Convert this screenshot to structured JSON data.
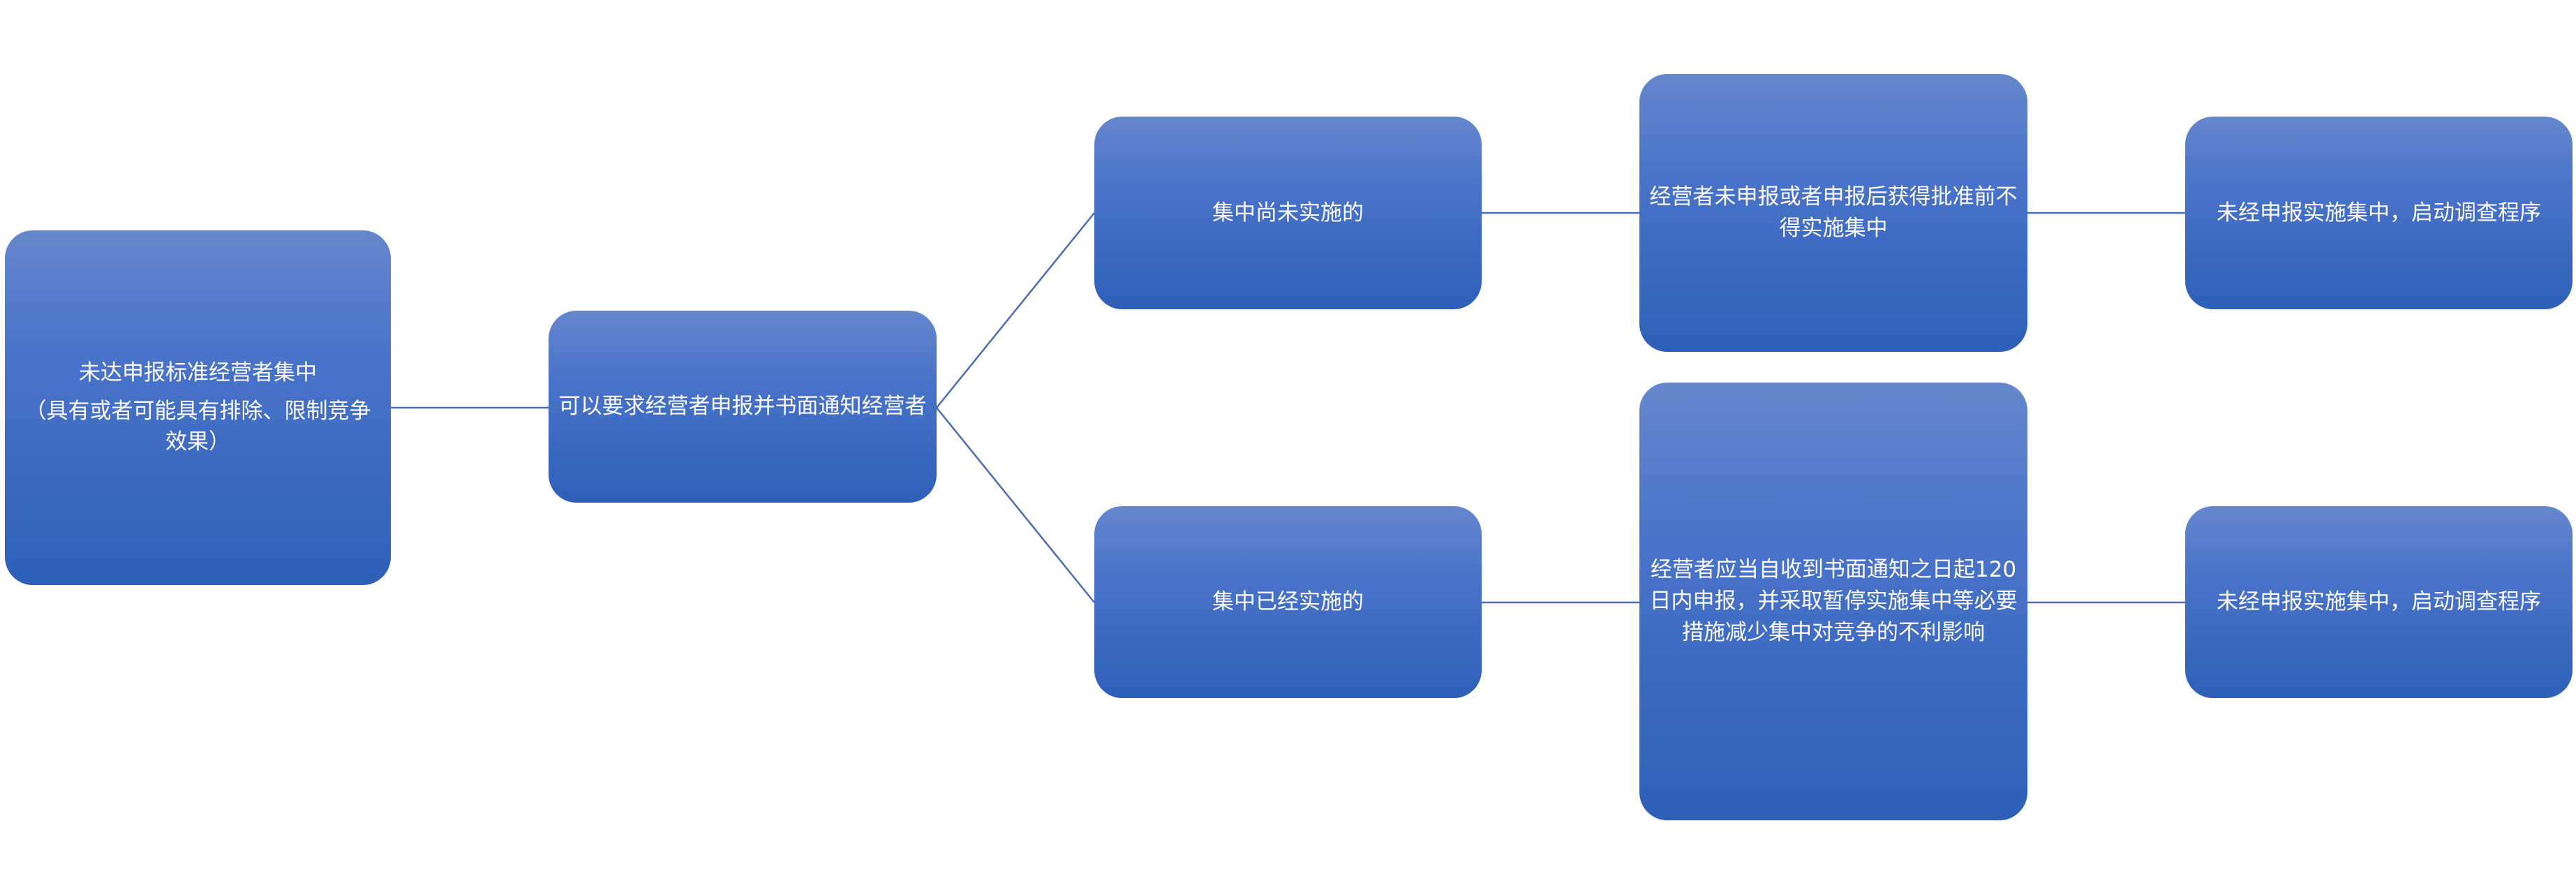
{
  "nodes": {
    "root": {
      "line1": "未达申报标准经营者集中",
      "line2": "（具有或者可能具有排除、限制竞争效果）"
    },
    "request": {
      "text": "可以要求经营者申报并书面通知经营者"
    },
    "not_implemented": {
      "text": "集中尚未实施的"
    },
    "implemented": {
      "text": "集中已经实施的"
    },
    "no_implement_before_approval": {
      "text": "经营者未申报或者申报后获得批准前不得实施集中"
    },
    "report_within_120": {
      "text": "经营者应当自收到书面通知之日起120日内申报，并采取暂停实施集中等必要措施减少集中对竞争的不利影响"
    },
    "investigate_top": {
      "text": "未经申报实施集中，启动调查程序"
    },
    "investigate_bottom": {
      "text": "未经申报实施集中，启动调查程序"
    }
  },
  "colors": {
    "node_top": "#6587cd",
    "node_bottom": "#2e5fb8",
    "connector": "#4a6cb3"
  }
}
